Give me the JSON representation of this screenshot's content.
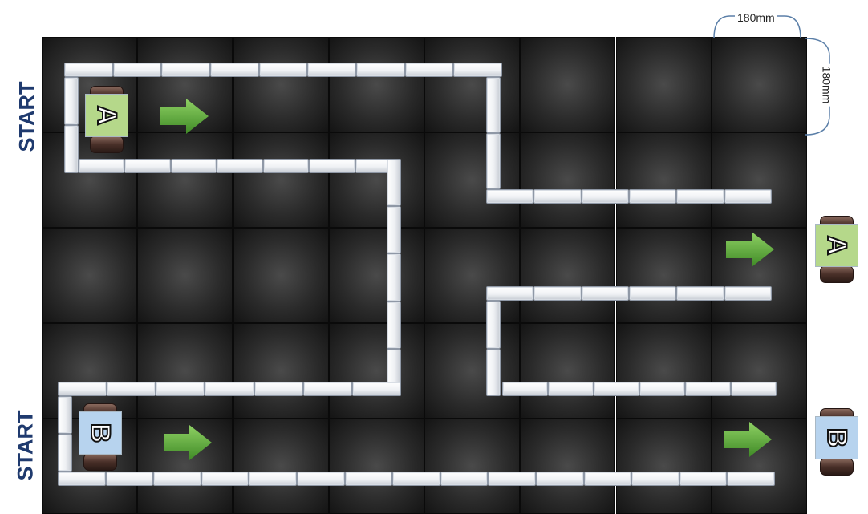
{
  "start_labels": {
    "top": "START",
    "bottom": "START"
  },
  "dimensions": {
    "width_label": "180mm",
    "height_label": "180mm"
  },
  "robots": {
    "a_start": {
      "letter": "A",
      "color": "#b5d88a"
    },
    "b_start": {
      "letter": "B",
      "color": "#b7d3ee"
    },
    "a_end": {
      "letter": "A",
      "color": "#b5d88a"
    },
    "b_end": {
      "letter": "B",
      "color": "#b7d3ee"
    }
  },
  "colors": {
    "arrow": "#5aa339",
    "start_text": "#1f3a6e"
  }
}
